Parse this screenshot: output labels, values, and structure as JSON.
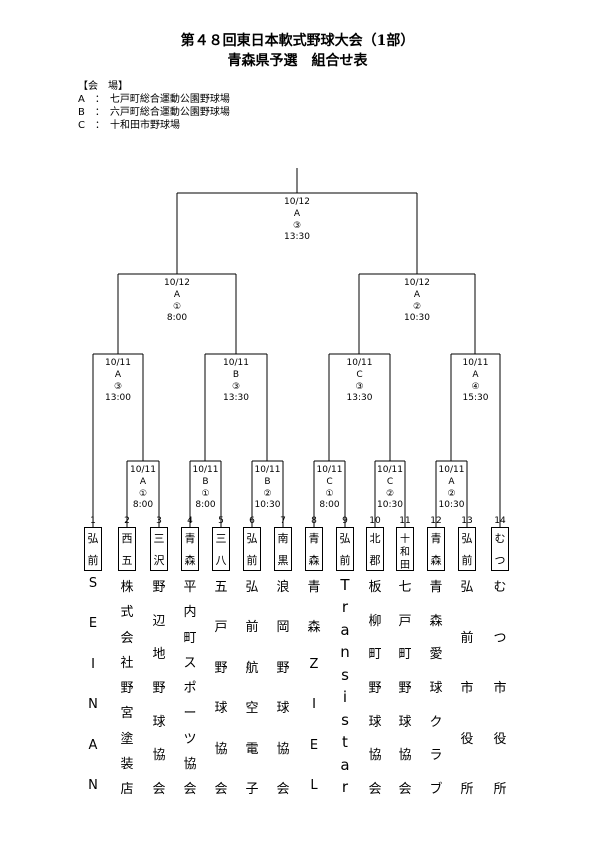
{
  "header": {
    "title": "第４８回東日本軟式野球大会（1部）",
    "subtitle": "青森県予選　組合せ表"
  },
  "venues": {
    "heading": "【会　場】",
    "items": [
      "A　：　七戸町総合運動公園野球場",
      "B　：　六戸町総合運動公園野球場",
      "C　：　十和田市野球場"
    ]
  },
  "matches": [
    {
      "date": "10/11",
      "venue": "A",
      "game": "①",
      "time": "8:00"
    },
    {
      "date": "10/11",
      "venue": "B",
      "game": "①",
      "time": "8:00"
    },
    {
      "date": "10/11",
      "venue": "B",
      "game": "②",
      "time": "10:30"
    },
    {
      "date": "10/11",
      "venue": "C",
      "game": "①",
      "time": "8:00"
    },
    {
      "date": "10/11",
      "venue": "C",
      "game": "②",
      "time": "10:30"
    },
    {
      "date": "10/11",
      "venue": "A",
      "game": "②",
      "time": "10:30"
    },
    {
      "date": "10/11",
      "venue": "A",
      "game": "③",
      "time": "13:00"
    },
    {
      "date": "10/11",
      "venue": "B",
      "game": "③",
      "time": "13:30"
    },
    {
      "date": "10/11",
      "venue": "C",
      "game": "③",
      "time": "13:30"
    },
    {
      "date": "10/11",
      "venue": "A",
      "game": "④",
      "time": "15:30"
    },
    {
      "date": "10/12",
      "venue": "A",
      "game": "①",
      "time": "8:00"
    },
    {
      "date": "10/12",
      "venue": "A",
      "game": "②",
      "time": "10:30"
    },
    {
      "date": "10/12",
      "venue": "A",
      "game": "③",
      "time": "13:30"
    }
  ],
  "teams": [
    {
      "number": "1",
      "abbr": [
        "弘",
        "前"
      ],
      "name": [
        "S",
        "E",
        "I",
        "N",
        "A",
        "N"
      ]
    },
    {
      "number": "2",
      "abbr": [
        "西",
        "五"
      ],
      "name": [
        "株",
        "式",
        "会",
        "社",
        "野",
        "宮",
        "塗",
        "装",
        "店"
      ]
    },
    {
      "number": "3",
      "abbr": [
        "三",
        "沢"
      ],
      "name": [
        "野",
        "辺",
        "地",
        "野",
        "球",
        "協",
        "会"
      ]
    },
    {
      "number": "4",
      "abbr": [
        "青",
        "森"
      ],
      "name": [
        "平",
        "内",
        "町",
        "ス",
        "ポ",
        "ー",
        "ツ",
        "協",
        "会"
      ]
    },
    {
      "number": "5",
      "abbr": [
        "三",
        "八"
      ],
      "name": [
        "五",
        "戸",
        "野",
        "球",
        "協",
        "会"
      ]
    },
    {
      "number": "6",
      "abbr": [
        "弘",
        "前"
      ],
      "name": [
        "弘",
        "前",
        "航",
        "空",
        "電",
        "子"
      ]
    },
    {
      "number": "7",
      "abbr": [
        "南",
        "黒"
      ],
      "name": [
        "浪",
        "岡",
        "野",
        "球",
        "協",
        "会"
      ]
    },
    {
      "number": "8",
      "abbr": [
        "青",
        "森"
      ],
      "name": [
        "青",
        "森",
        "Z",
        "I",
        "E",
        "L"
      ]
    },
    {
      "number": "9",
      "abbr": [
        "弘",
        "前"
      ],
      "name": [
        "T",
        "r",
        "a",
        "n",
        "s",
        "i",
        "s",
        "t",
        "a",
        "r"
      ]
    },
    {
      "number": "10",
      "abbr": [
        "北",
        "郡"
      ],
      "name": [
        "板",
        "柳",
        "町",
        "野",
        "球",
        "協",
        "会"
      ]
    },
    {
      "number": "11",
      "abbr": [
        "十",
        "和",
        "田"
      ],
      "name": [
        "七",
        "戸",
        "町",
        "野",
        "球",
        "協",
        "会"
      ]
    },
    {
      "number": "12",
      "abbr": [
        "青",
        "森"
      ],
      "name": [
        "青",
        "森",
        "愛",
        "球",
        "ク",
        "ラ",
        "ブ"
      ]
    },
    {
      "number": "13",
      "abbr": [
        "弘",
        "前"
      ],
      "name": [
        "弘",
        "前",
        "市",
        "役",
        "所"
      ]
    },
    {
      "number": "14",
      "abbr": [
        "む",
        "つ"
      ],
      "name": [
        "む",
        "つ",
        "市",
        "役",
        "所"
      ]
    }
  ]
}
